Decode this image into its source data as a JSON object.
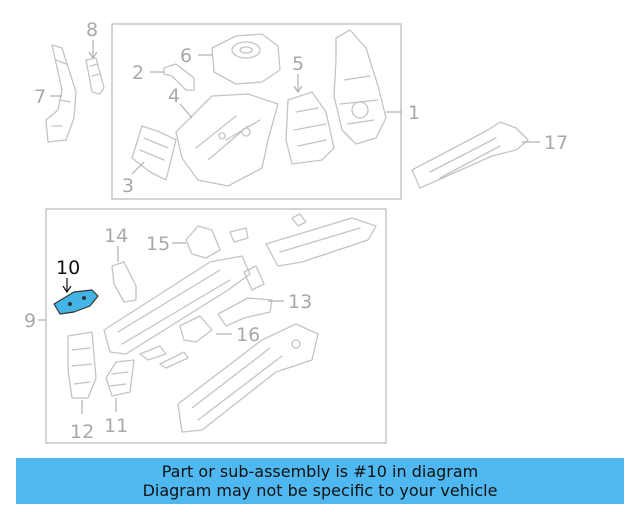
{
  "diagram": {
    "callouts": {
      "c1": "1",
      "c2": "2",
      "c3": "3",
      "c4": "4",
      "c5": "5",
      "c6": "6",
      "c7": "7",
      "c8": "8",
      "c9": "9",
      "c10": "10",
      "c11": "11",
      "c12": "12",
      "c13": "13",
      "c14": "14",
      "c15": "15",
      "c16": "16",
      "c17": "17"
    },
    "highlighted_part": "10",
    "colors": {
      "highlight_fill": "#42b4e6",
      "banner_background": "#4fb8f0",
      "line_art": "#c4c4c4"
    }
  },
  "banner": {
    "line1": "Part or sub-assembly is #10 in diagram",
    "line2": "Diagram may not be specific to your vehicle"
  }
}
